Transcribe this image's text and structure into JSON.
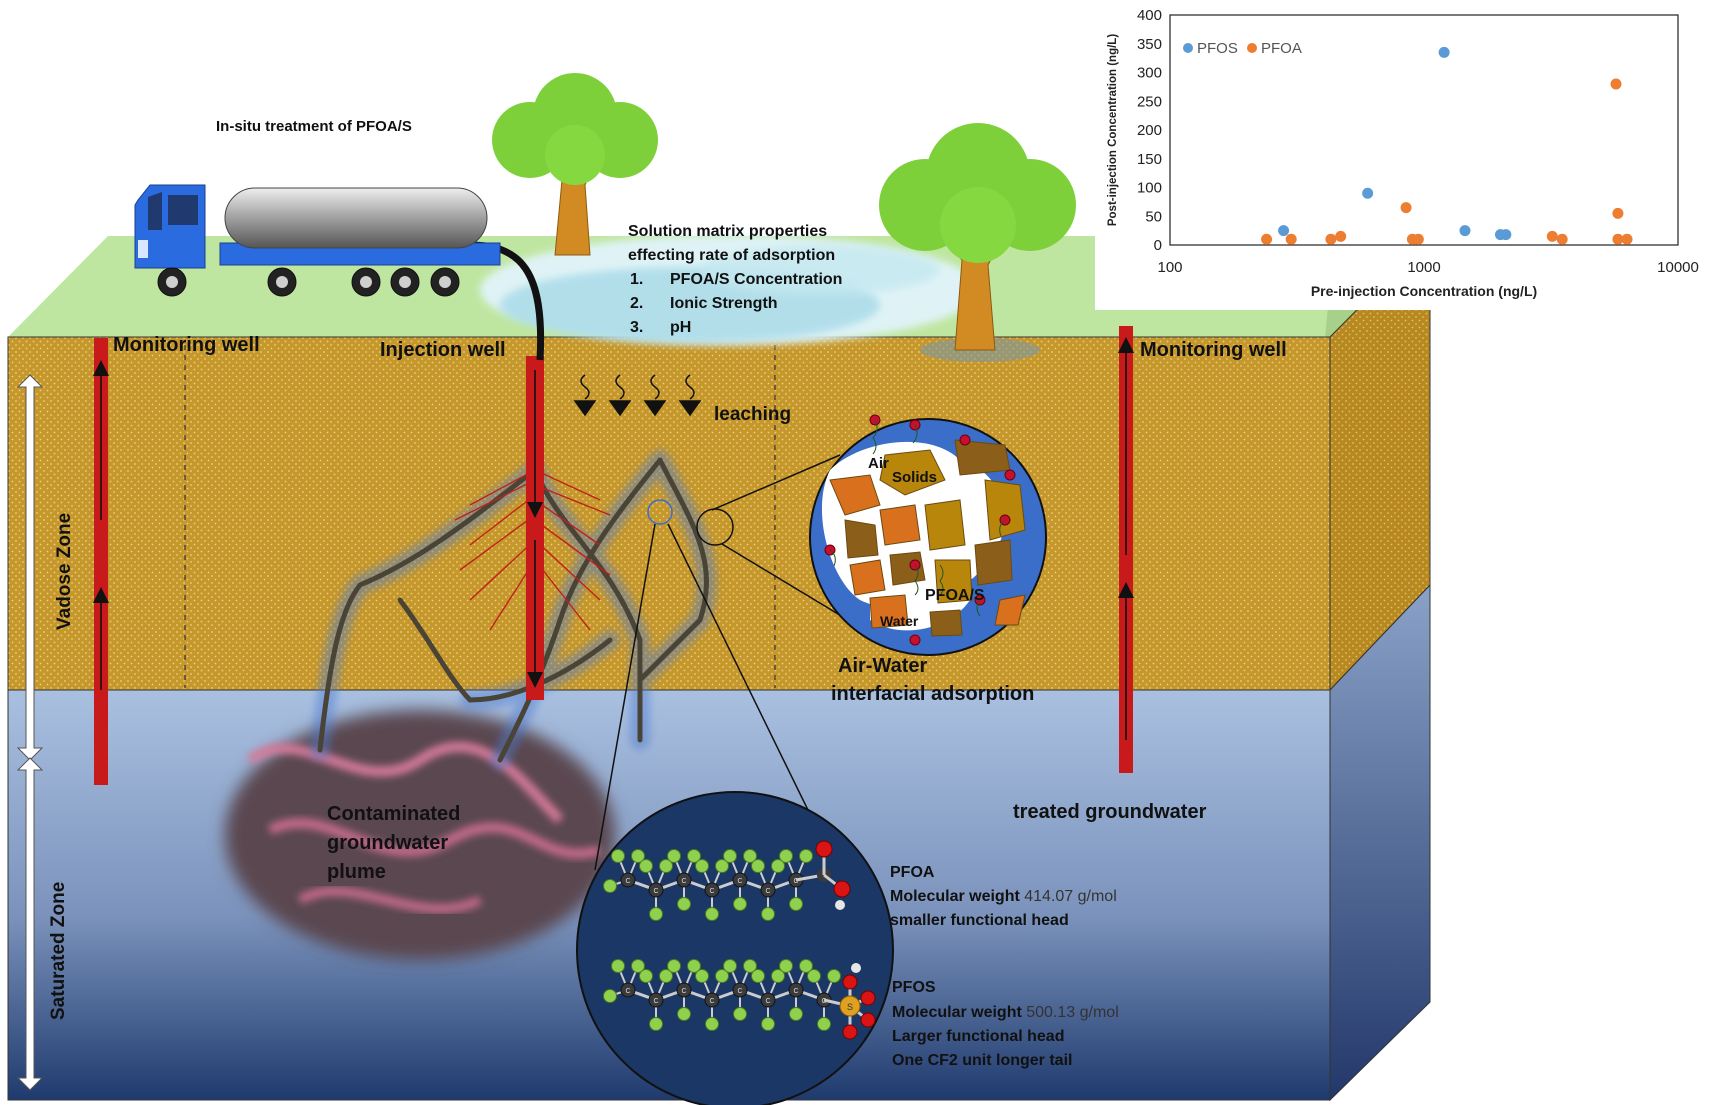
{
  "title": "In-situ treatment of PFOA/S",
  "labels": {
    "monitoring_well_left": "Monitoring well",
    "injection_well": "Injection well",
    "monitoring_well_right": "Monitoring well",
    "leaching": "leaching",
    "vadose_zone": "Vadose Zone",
    "saturated_zone": "Saturated Zone",
    "plume_line1": "Contaminated",
    "plume_line2": "groundwater",
    "plume_line3": "plume",
    "treated": "treated groundwater",
    "airwater_line1": "Air-Water",
    "airwater_line2": "interfacial adsorption"
  },
  "solution_matrix": {
    "heading_line1": "Solution matrix properties",
    "heading_line2": "effecting rate of adsorption",
    "items": [
      {
        "num": "1.",
        "text": "PFOA/S Concentration"
      },
      {
        "num": "2.",
        "text": "Ionic Strength"
      },
      {
        "num": "3.",
        "text": "pH"
      }
    ]
  },
  "inset": {
    "air": "Air",
    "solids": "Solids",
    "pfoas": "PFOA/S",
    "water": "Water"
  },
  "molecules": {
    "pfoa": {
      "name": "PFOA",
      "mw_label": "Molecular weight ",
      "mw_value": "414.07 g/mol",
      "desc": "smaller functional head"
    },
    "pfos": {
      "name": "PFOS",
      "mw_label": "Molecular weight ",
      "mw_value": "500.13 g/mol",
      "desc1": "Larger functional head",
      "desc2": "One CF2 unit longer tail"
    },
    "atom_C": "C",
    "atom_S": "S"
  },
  "colors": {
    "pfos": "#5b9bd5",
    "pfoa": "#ed7d31",
    "soil": "#c89a2c",
    "grass": "#b8e08c",
    "groundwater": "#9fb8da",
    "well": "#cc1111"
  },
  "chart_data": {
    "type": "scatter",
    "title": "",
    "xlabel": "Pre-injection Concentration (ng/L)",
    "ylabel": "Post-injection Concentration (ng/L)",
    "xscale": "log",
    "xlim": [
      100,
      10000
    ],
    "ylim": [
      0,
      400
    ],
    "xticks": [
      100,
      1000,
      10000
    ],
    "yticks": [
      0,
      50,
      100,
      150,
      200,
      250,
      300,
      350,
      400
    ],
    "legend_position": "top-left",
    "series": [
      {
        "name": "PFOS",
        "color": "#5b9bd5",
        "points": [
          [
            280,
            25
          ],
          [
            600,
            90
          ],
          [
            1200,
            335
          ],
          [
            1450,
            25
          ],
          [
            2000,
            18
          ],
          [
            2100,
            18
          ]
        ]
      },
      {
        "name": "PFOA",
        "color": "#ed7d31",
        "points": [
          [
            240,
            10
          ],
          [
            300,
            10
          ],
          [
            430,
            10
          ],
          [
            470,
            15
          ],
          [
            850,
            65
          ],
          [
            900,
            10
          ],
          [
            950,
            10
          ],
          [
            3200,
            15
          ],
          [
            3500,
            10
          ],
          [
            5700,
            280
          ],
          [
            5800,
            55
          ],
          [
            5800,
            10
          ],
          [
            6300,
            10
          ]
        ]
      }
    ]
  }
}
